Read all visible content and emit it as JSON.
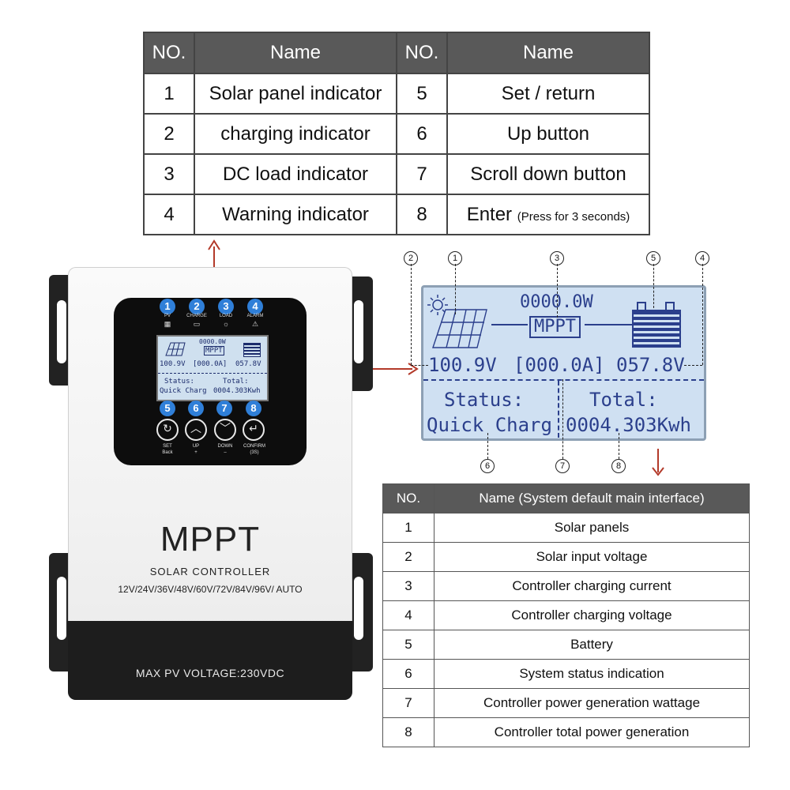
{
  "top_table": {
    "headers": [
      "NO.",
      "Name",
      "NO.",
      "Name"
    ],
    "rows": [
      {
        "no1": "1",
        "name1": "Solar panel indicator",
        "no2": "5",
        "name2": "Set / return",
        "note2": ""
      },
      {
        "no1": "2",
        "name1": "charging indicator",
        "no2": "6",
        "name2": "Up button",
        "note2": ""
      },
      {
        "no1": "3",
        "name1": "DC load indicator",
        "no2": "7",
        "name2": "Scroll down button",
        "note2": ""
      },
      {
        "no1": "4",
        "name1": "Warning indicator",
        "no2": "8",
        "name2": "Enter",
        "note2": "(Press for 3 seconds)"
      }
    ]
  },
  "bottom_table": {
    "headers": [
      "NO.",
      "Name  (System default main interface)"
    ],
    "rows": [
      {
        "no": "1",
        "name": "Solar panels"
      },
      {
        "no": "2",
        "name": "Solar input voltage"
      },
      {
        "no": "3",
        "name": "Controller charging current"
      },
      {
        "no": "4",
        "name": "Controller charging voltage"
      },
      {
        "no": "5",
        "name": "Battery"
      },
      {
        "no": "6",
        "name": "System status indication"
      },
      {
        "no": "7",
        "name": "Controller power generation wattage"
      },
      {
        "no": "8",
        "name": "Controller total power generation"
      }
    ]
  },
  "device": {
    "indicators": [
      {
        "num": "1",
        "label": "PV",
        "icon": "solar-panel-icon"
      },
      {
        "num": "2",
        "label": "CHARGE",
        "icon": "battery-icon"
      },
      {
        "num": "3",
        "label": "LOAD",
        "icon": "bulb-icon"
      },
      {
        "num": "4",
        "label": "ALARM",
        "icon": "warning-icon"
      }
    ],
    "buttons": [
      {
        "num": "5",
        "label": "SET",
        "sub": "Back",
        "icon": "refresh-icon"
      },
      {
        "num": "6",
        "label": "UP",
        "sub": "+",
        "icon": "chevron-up-icon"
      },
      {
        "num": "7",
        "label": "DOWN",
        "sub": "–",
        "icon": "chevron-down-icon"
      },
      {
        "num": "8",
        "label": "CONFIRM",
        "sub": "(3S)",
        "icon": "enter-icon"
      }
    ],
    "brand": "MPPT",
    "subtitle": "SOLAR CONTROLLER",
    "voltages": "12V/24V/36V/48V/60V/72V/84V/96V/ AUTO",
    "max_pv": "MAX  PV  VOLTAGE:230VDC"
  },
  "lcd": {
    "power": "0000.0W",
    "mode": "MPPT",
    "pv_voltage": "100.9V",
    "current": "[000.0A]",
    "battery_voltage": "057.8V",
    "status_label": "Status:",
    "status_value": "Quick Charg",
    "total_label": "Total:",
    "total_value": "0004.303Kwh"
  },
  "callouts": [
    "1",
    "2",
    "3",
    "4",
    "5",
    "6",
    "7",
    "8"
  ]
}
